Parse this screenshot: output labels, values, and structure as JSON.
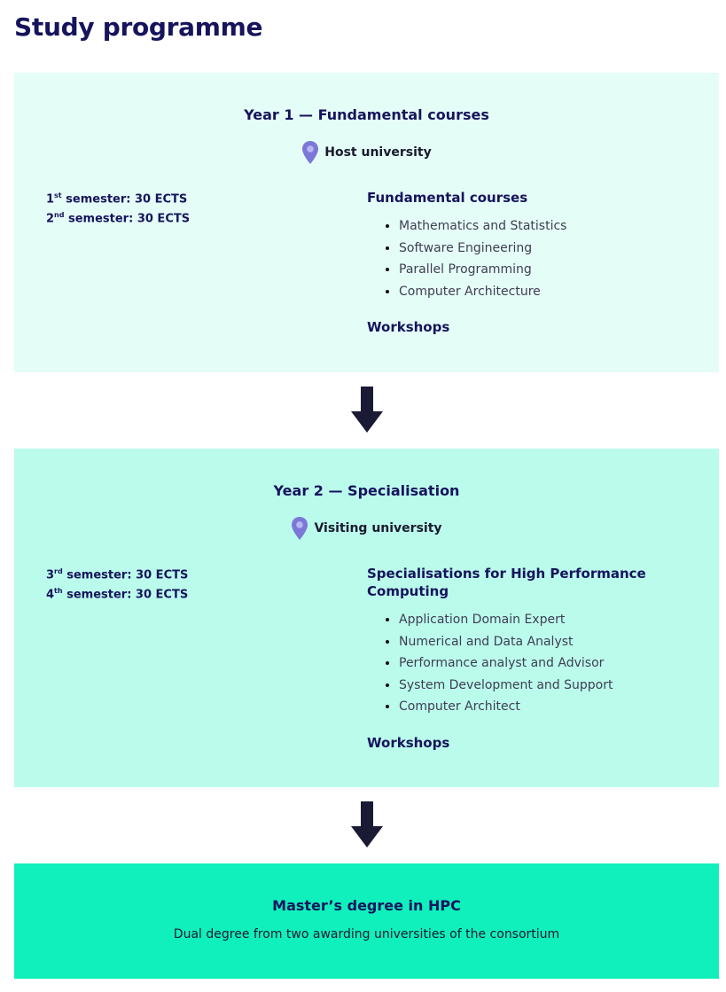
{
  "page": {
    "title": "Study programme"
  },
  "colors": {
    "year1_bg": "#e5fdf7",
    "year2_bg": "#bbfbec",
    "degree_bg": "#10f0bd",
    "heading": "#16145c",
    "pin": "#7b78d8",
    "arrow": "#1b1a35"
  },
  "year1": {
    "title": "Year 1 — Fundamental courses",
    "location": "Host university",
    "location_icon": "location-pin-icon",
    "semesters": [
      {
        "num": "1",
        "sup": "st",
        "text": " semester: 30 ECTS"
      },
      {
        "num": "2",
        "sup": "nd",
        "text": " semester: 30 ECTS"
      }
    ],
    "courses_heading": "Fundamental courses",
    "courses": [
      "Mathematics and Statistics",
      "Software Engineering",
      "Parallel Programming",
      "Computer Architecture"
    ],
    "workshops": "Workshops"
  },
  "year2": {
    "title": "Year 2 — Specialisation",
    "location": "Visiting university",
    "location_icon": "location-pin-icon",
    "semesters": [
      {
        "num": "3",
        "sup": "rd",
        "text": " semester: 30 ECTS"
      },
      {
        "num": "4",
        "sup": "th",
        "text": " semester: 30 ECTS"
      }
    ],
    "courses_heading": "Specialisations for High Performance Computing",
    "courses": [
      "Application Domain Expert",
      "Numerical and Data Analyst",
      "Performance analyst and Advisor",
      "System Development and Support",
      "Computer Architect"
    ],
    "workshops": "Workshops"
  },
  "degree": {
    "title": "Master’s degree in HPC",
    "subtitle": "Dual degree from two awarding universities of the consortium"
  },
  "arrow_icon": "arrow-down-icon"
}
